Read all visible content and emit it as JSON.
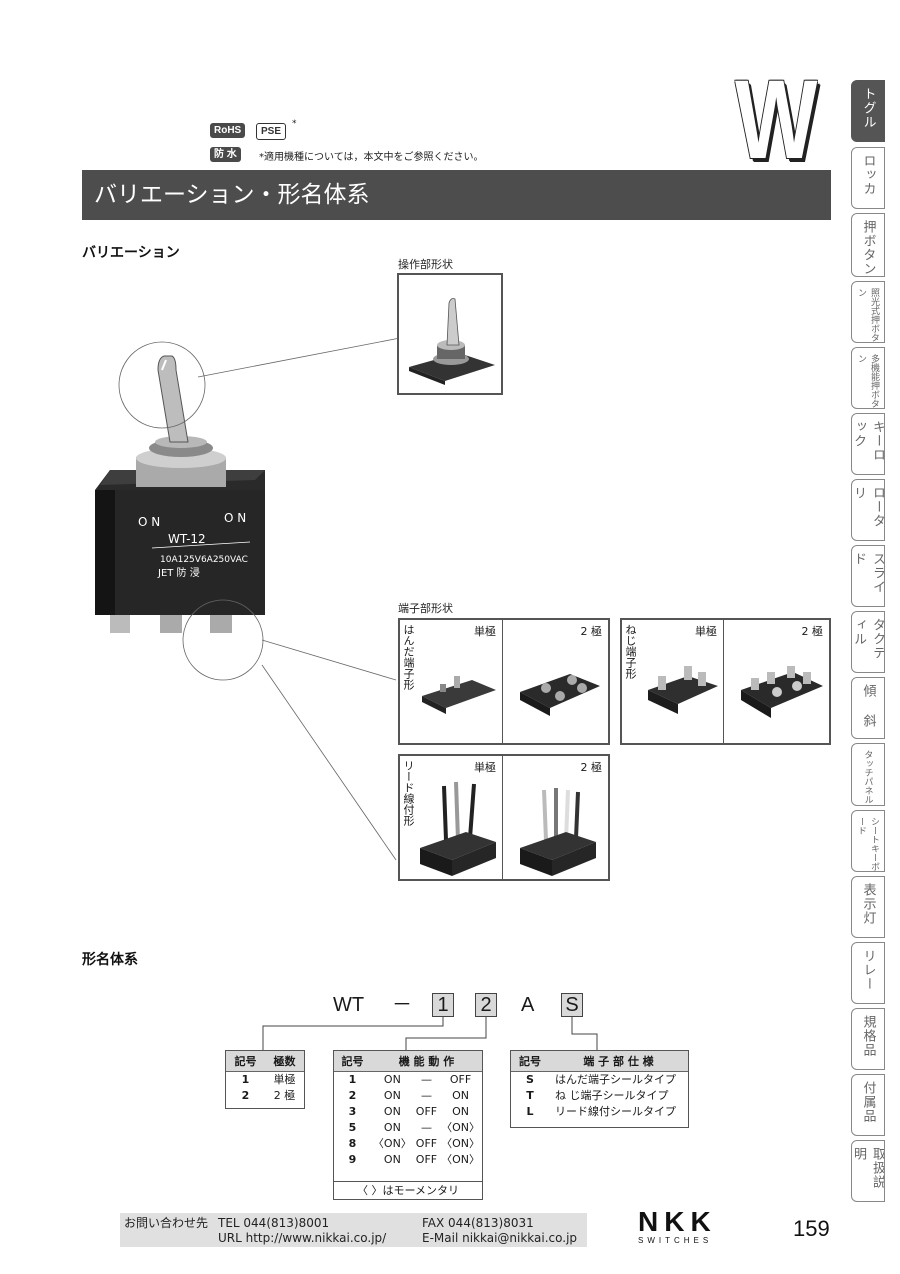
{
  "badges": {
    "rohs": "RoHS",
    "pse": "PSE",
    "pse_mark": "*",
    "waterproof": "防 水"
  },
  "note": "*適用機種については，本文中をご参照ください。",
  "series_letter": "W",
  "title": "バリエーション・形名体系",
  "variation_heading": "バリエーション",
  "operation_shape_label": "操作部形状",
  "terminal_shape_label": "端子部形状",
  "product_print": {
    "on_left": "O N",
    "on_right": "O N",
    "model": "WT-12",
    "rating": "10A125V6A250VAC",
    "jet": "JET 防 浸"
  },
  "variations": {
    "solder": {
      "side": "はんだ端子形",
      "single": "単極",
      "double": "2 極"
    },
    "screw": {
      "side": "ねじ端子形",
      "single": "単極",
      "double": "2 極"
    },
    "lead": {
      "side": "リード線付形",
      "single": "単極",
      "double": "2 極"
    }
  },
  "side_tabs": [
    {
      "label": "トグル",
      "active": true
    },
    {
      "label": "ロッカ",
      "active": false
    },
    {
      "label": "押ボタン",
      "active": false
    },
    {
      "label": "照光式押ボタン",
      "active": false,
      "small": true
    },
    {
      "label": "多機能押ボタン",
      "active": false,
      "small": true
    },
    {
      "label": "キーロック",
      "active": false
    },
    {
      "label": "ロータリ",
      "active": false
    },
    {
      "label": "スライド",
      "active": false
    },
    {
      "label": "タクティル",
      "active": false
    },
    {
      "label": "傾 斜",
      "active": false
    },
    {
      "label": "タッチパネル",
      "active": false,
      "small": true
    },
    {
      "label": "シートキーボード",
      "active": false,
      "small": true
    },
    {
      "label": "表示灯",
      "active": false
    },
    {
      "label": "リレー",
      "active": false
    },
    {
      "label": "規格品",
      "active": false
    },
    {
      "label": "付属品",
      "active": false
    },
    {
      "label": "取扱説明",
      "active": false
    }
  ],
  "model_heading": "形名体系",
  "model_code": {
    "prefix": "WT",
    "dash": "－",
    "c1": "1",
    "c2": "2",
    "c3": "A",
    "c4": "S"
  },
  "poles_table": {
    "headers": [
      "記号",
      "極数"
    ],
    "rows": [
      [
        "1",
        "単極"
      ],
      [
        "2",
        "2 極"
      ]
    ]
  },
  "function_table": {
    "headers": [
      "記号",
      "機 能 動 作"
    ],
    "rows": [
      [
        "1",
        "ON",
        "—",
        "OFF"
      ],
      [
        "2",
        "ON",
        "—",
        "ON"
      ],
      [
        "3",
        "ON",
        "OFF",
        "ON"
      ],
      [
        "5",
        "ON",
        "—",
        "〈ON〉"
      ],
      [
        "8",
        "〈ON〉",
        "OFF",
        "〈ON〉"
      ],
      [
        "9",
        "ON",
        "OFF",
        "〈ON〉"
      ]
    ],
    "note": "〈 〉はモーメンタリ"
  },
  "terminal_table": {
    "headers": [
      "記号",
      "端 子 部 仕 様"
    ],
    "rows": [
      [
        "S",
        "はんだ端子シールタイプ"
      ],
      [
        "T",
        "ね じ端子シールタイプ"
      ],
      [
        "L",
        "リード線付シールタイプ"
      ]
    ]
  },
  "footer": {
    "contact_label": "お問い合わせ先",
    "tel": "TEL 044(813)8001",
    "fax": "FAX 044(813)8031",
    "url": "URL http://www.nikkai.co.jp/",
    "email": "E-Mail nikkai@nikkai.co.jp"
  },
  "brand": {
    "logo": "NKK",
    "sub": "SWITCHES"
  },
  "page_number": "159"
}
